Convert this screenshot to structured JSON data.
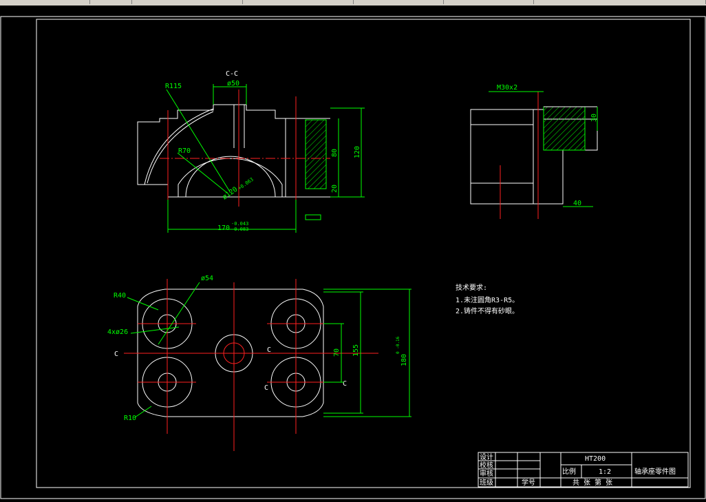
{
  "drawing": {
    "section_label": "C-C",
    "dims_front": {
      "r115": "R115",
      "phi50": "ø50",
      "r70": "R70",
      "phi120": "ø120",
      "phi120_tol": "+0.063",
      "width": "170",
      "width_tol_upper": "-0.043",
      "width_tol_lower": "-0.083",
      "h120": "120",
      "h80": "80",
      "h20": "20"
    },
    "dims_side": {
      "thread": "M30x2",
      "h30": "30",
      "w40": "40"
    },
    "dims_top": {
      "r40": "R40",
      "phi54": "ø54",
      "holes": "4xø26",
      "r10": "R10",
      "d70": "70",
      "d155": "155",
      "d180": "180",
      "d180_tol": "0 -0.16",
      "section_mark": "C"
    },
    "notes": {
      "title": "技术要求:",
      "items": [
        "1.未注圆角R3-R5。",
        "2.铸件不得有砂眼。"
      ]
    },
    "title_block": {
      "material": "HT200",
      "part_name": "轴承座零件图",
      "scale_label": "比例",
      "scale_value": "1:2",
      "design": "设计",
      "check": "校核",
      "review": "审核",
      "class": "班级",
      "student_no": "学号",
      "sheets": "共  张  第  张"
    }
  }
}
